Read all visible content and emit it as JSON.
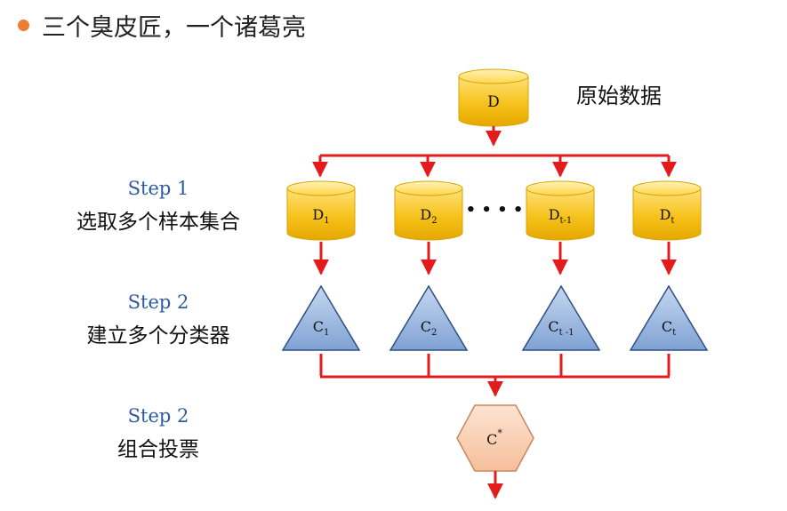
{
  "bullet": {
    "text": "三个臭皮匠，一个诸葛亮",
    "color": "#ed7d31"
  },
  "source": {
    "label": "D",
    "caption": "原始数据"
  },
  "steps": [
    {
      "title": "Step 1",
      "desc": "选取多个样本集合"
    },
    {
      "title": "Step 2",
      "desc": "建立多个分类器"
    },
    {
      "title": "Step 2",
      "desc": "组合投票"
    }
  ],
  "samples": [
    {
      "base": "D",
      "sub": "1"
    },
    {
      "base": "D",
      "sub": "2"
    },
    {
      "base": "D",
      "sub": "t-1"
    },
    {
      "base": "D",
      "sub": "t"
    }
  ],
  "ellipsis": "• • • •",
  "classifiers": [
    {
      "base": "C",
      "sub": "1"
    },
    {
      "base": "C",
      "sub": "2"
    },
    {
      "base": "C",
      "sub": "t -1"
    },
    {
      "base": "C",
      "sub": "t"
    }
  ],
  "combined": {
    "base": "C",
    "sup": "*"
  },
  "colors": {
    "arrow": "#e31b1b",
    "cylinder_top": "#ffd65a",
    "cylinder_side": "#f0b400",
    "triangle": "#8fb0dc",
    "hexagon": "#f8cfb4"
  }
}
